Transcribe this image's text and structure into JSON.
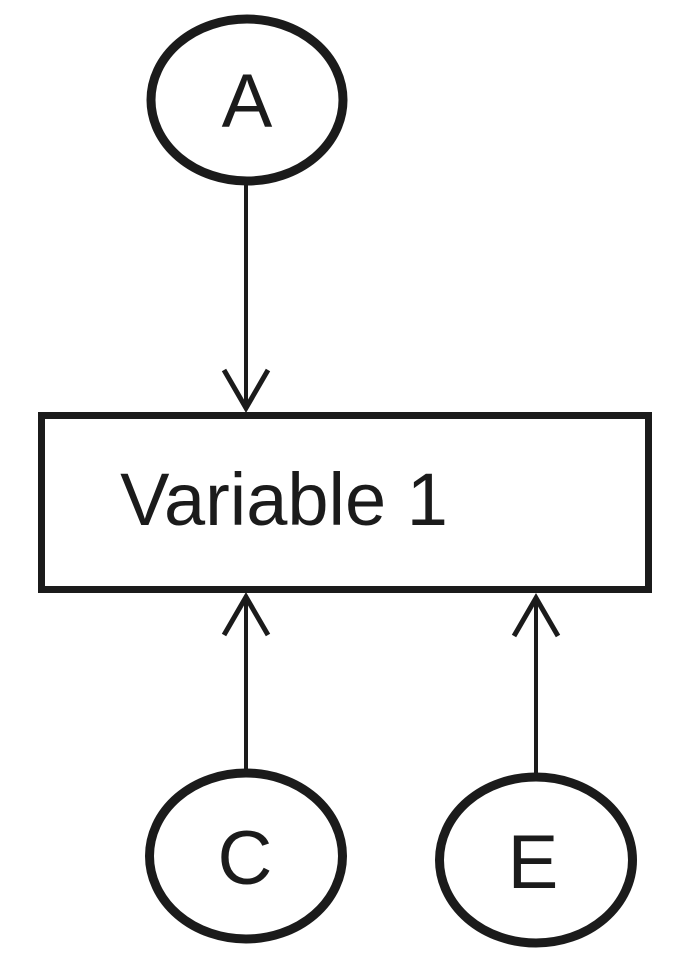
{
  "diagram": {
    "type": "path-diagram",
    "background_color": "#ffffff",
    "stroke_color": "#1b1b1b",
    "text_color": "#1b1b1b",
    "nodes": {
      "a": {
        "label": "A",
        "shape": "ellipse"
      },
      "c": {
        "label": "C",
        "shape": "ellipse"
      },
      "e": {
        "label": "E",
        "shape": "ellipse"
      },
      "variable1": {
        "label": "Variable 1",
        "shape": "rectangle"
      }
    },
    "edges": [
      {
        "from": "A",
        "to": "Variable 1",
        "arrow_points_at": "Variable 1"
      },
      {
        "from": "C",
        "to": "Variable 1",
        "arrow_points_at": "Variable 1"
      },
      {
        "from": "E",
        "to": "Variable 1",
        "arrow_points_at": "Variable 1"
      }
    ]
  }
}
